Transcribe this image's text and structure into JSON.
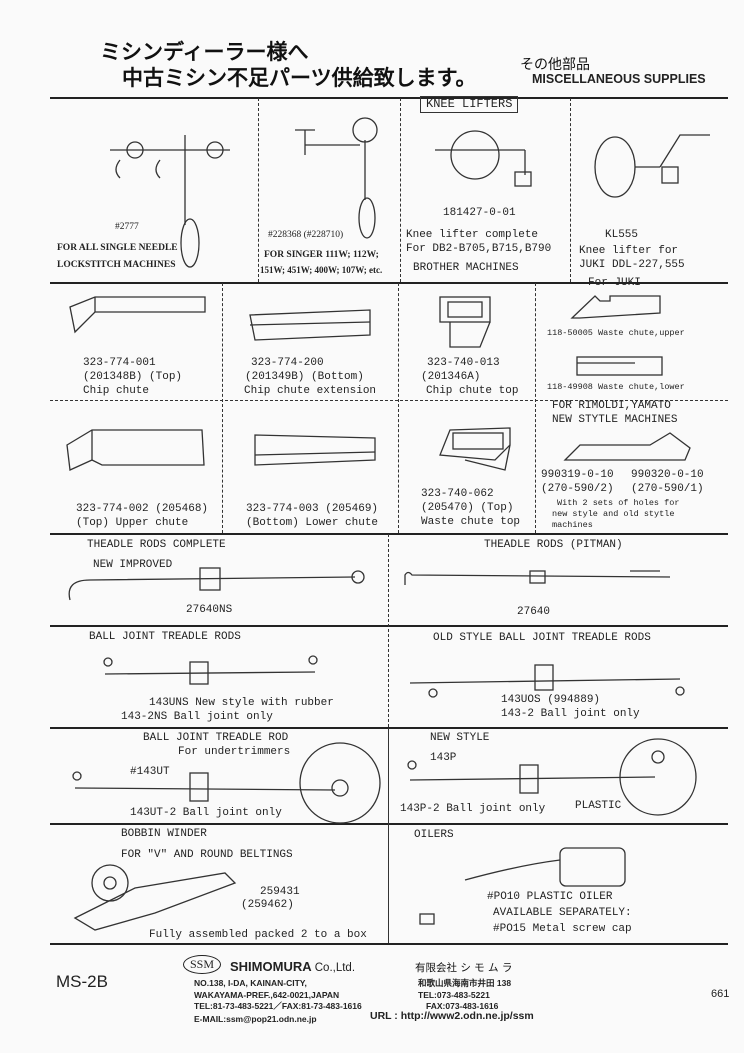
{
  "header": {
    "jp_line1": "ミシンディーラー様へ",
    "jp_line2": "中古ミシン不足パーツ供給致します。",
    "category_jp": "その他部品",
    "category_en": "MISCELLANEOUS SUPPLIES"
  },
  "row1": {
    "item1": {
      "code": "#2777",
      "line1": "FOR ALL SINGLE NEEDLE",
      "line2": "LOCKSTITCH MACHINES"
    },
    "item2": {
      "code": "#228368 (#228710)",
      "line1": "FOR SINGER 111W; 112W;",
      "line2": "151W; 451W; 400W; 107W; etc."
    },
    "item3": {
      "heading": "KNEE LIFTERS",
      "code": "181427-0-01",
      "line1": "Knee lifter complete",
      "line2": "For DB2-B705,B715,B790",
      "line3": "BROTHER MACHINES"
    },
    "item4": {
      "code": "KL555",
      "line1": "Knee lifter for",
      "line2": "JUKI DDL-227,555"
    }
  },
  "row2": {
    "item1": {
      "line1": "323-774-001",
      "line2": "(201348B) (Top)",
      "line3": "Chip chute"
    },
    "item2": {
      "line1": "323-774-200",
      "line2": "(201349B) (Bottom)",
      "line3": "Chip chute extension"
    },
    "item3": {
      "line1": "323-740-013",
      "line2": "(201346A)",
      "line3": "Chip chute top"
    },
    "item4": {
      "heading": "For JUKI",
      "upper": "118-50005 Waste chute,upper",
      "lower": "118-49908 Waste chute,lower"
    }
  },
  "row3": {
    "item1": {
      "line1": "323-774-002 (205468)",
      "line2": "(Top)  Upper chute"
    },
    "item2": {
      "line1": "323-774-003 (205469)",
      "line2": "(Bottom) Lower chute"
    },
    "item3": {
      "line1": "323-740-062",
      "line2": "(205470) (Top)",
      "line3": "Waste chute top"
    },
    "item4": {
      "heading1": "FOR RIMOLDI,YAMATO",
      "heading2": "NEW STYTLE MACHINES",
      "code1": "990319-0-10",
      "code2": "990320-0-10",
      "alt1": "(270-590/2)",
      "alt2": "(270-590/1)",
      "note1": "With 2 sets of holes for",
      "note2": "new style and old stytle",
      "note3": "machines"
    }
  },
  "row4": {
    "left": {
      "heading": "THEADLE RODS COMPLETE",
      "sub": "NEW IMPROVED",
      "code": "27640NS"
    },
    "right": {
      "heading": "THEADLE RODS (PITMAN)",
      "code": "27640"
    }
  },
  "row5": {
    "left": {
      "heading": "BALL JOINT TREADLE RODS",
      "line1": "143UNS New style with rubber",
      "line2": "143-2NS Ball joint only"
    },
    "right": {
      "heading": "OLD STYLE BALL JOINT TREADLE RODS",
      "line1": "143UOS (994889)",
      "line2": "143-2 Ball joint only"
    }
  },
  "row6": {
    "left": {
      "heading": "BALL JOINT TREADLE ROD",
      "sub": "For undertrimmers",
      "code": "#143UT",
      "line1": "143UT-2 Ball joint only"
    },
    "right": {
      "heading": "NEW STYLE",
      "code": "143P",
      "line1": "143P-2 Ball joint only",
      "plastic": "PLASTIC"
    }
  },
  "row7": {
    "left": {
      "heading": "BOBBIN WINDER",
      "sub": "FOR \"V\" AND ROUND BELTINGS",
      "code": "259431",
      "alt": "(259462)",
      "note": "Fully assembled packed 2 to a box"
    },
    "right": {
      "heading": "OILERS",
      "line1": "#PO10 PLASTIC OILER",
      "line2": "AVAILABLE SEPARATELY:",
      "line3": "#PO15 Metal screw cap"
    }
  },
  "footer": {
    "page_code": "MS-2B",
    "logo": "SSM",
    "company": "SHIMOMURA",
    "company_suffix": "Co.,Ltd.",
    "addr1": "NO.138, I-DA, KAINAN-CITY,",
    "addr2": "WAKAYAMA-PREF.,642-0021,JAPAN",
    "tel": "TEL:81-73-483-5221／FAX:81-73-483-1616",
    "email": "E-MAIL:ssm@pop21.odn.ne.jp",
    "jp_company": "有限会社 シ モ ム ラ",
    "jp_addr": "和歌山県海南市井田 138",
    "jp_tel": "TEL:073-483-5221",
    "jp_fax": "FAX:073-483-1616",
    "url": "URL : http://www2.odn.ne.jp/ssm",
    "page_number": "661"
  }
}
